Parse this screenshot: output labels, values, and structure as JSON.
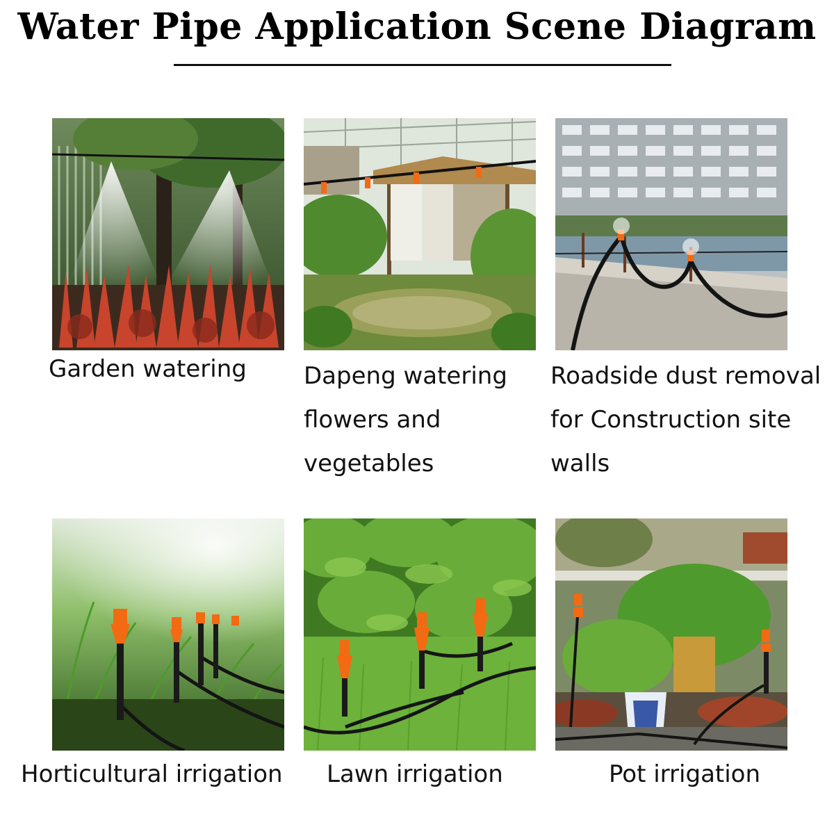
{
  "title": "Water Pipe Application Scene Diagram",
  "scenes": [
    {
      "lines": [
        "Garden watering"
      ]
    },
    {
      "lines": [
        "Dapeng watering",
        "flowers and",
        "vegetables"
      ]
    },
    {
      "lines": [
        "Roadside dust removal",
        "for Construction site",
        "walls"
      ]
    },
    {
      "lines": [
        "Horticultural irrigation"
      ]
    },
    {
      "lines": [
        "Lawn irrigation"
      ]
    },
    {
      "lines": [
        "Pot irrigation"
      ]
    }
  ],
  "colors": {
    "nozzle_orange": "#f26a12",
    "foliage_green": "#4f9a2c",
    "red_leaf": "#c8442c",
    "pipe_black": "#1a1a1a"
  }
}
